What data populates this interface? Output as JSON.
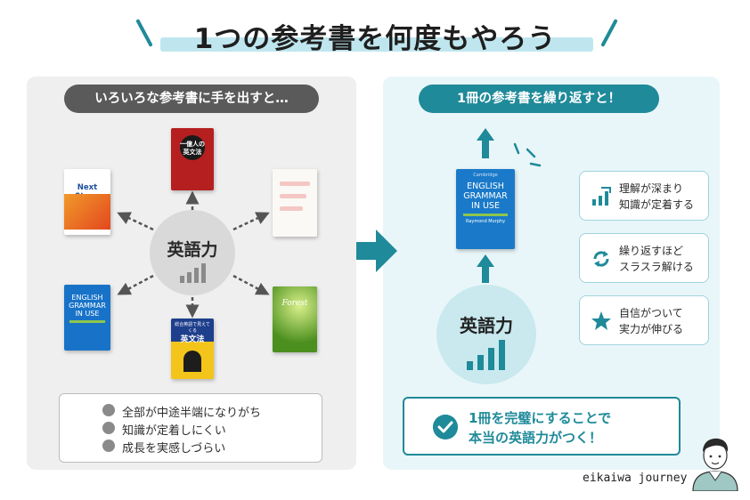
{
  "title": "1つの参考書を何度もやろう",
  "left": {
    "header": "いろいろな参考書に手を出すと…",
    "hub_label": "英語力",
    "books": {
      "red": "一億人の英文法",
      "next": "Next Stage",
      "egiu_line1": "ENGLISH",
      "egiu_line2": "GRAMMAR",
      "egiu_line3": "IN USE",
      "yellow_top": "総合英語で見えてくる",
      "yellow_main": "英文法",
      "forest": "Forest"
    },
    "checklist": [
      "全部が中途半端になりがち",
      "知識が定着しにくい",
      "成長を実感しづらい"
    ]
  },
  "right": {
    "header": "1冊の参考書を繰り返すと！",
    "book": {
      "publisher": "Cambridge",
      "line1": "ENGLISH",
      "line2": "GRAMMAR",
      "line3": "IN USE",
      "author": "Raymond Murphy"
    },
    "hub_label": "英語力",
    "features": [
      {
        "icon": "bar-chart-icon",
        "line1": "理解が深まり",
        "line2": "知識が定着する"
      },
      {
        "icon": "repeat-icon",
        "line1": "繰り返すほど",
        "line2": "スラスラ解ける"
      },
      {
        "icon": "star-icon",
        "line1": "自信がついて",
        "line2": "実力が伸びる"
      }
    ],
    "result_line1": "1冊を完璧にすることで",
    "result_line2": "本当の英語力がつく！"
  },
  "brand": "eikaiwa journey",
  "colors": {
    "teal": "#1f8a99",
    "gray": "#5a5a5a",
    "panel_left": "#efefef",
    "panel_right": "#e9f6f9"
  }
}
